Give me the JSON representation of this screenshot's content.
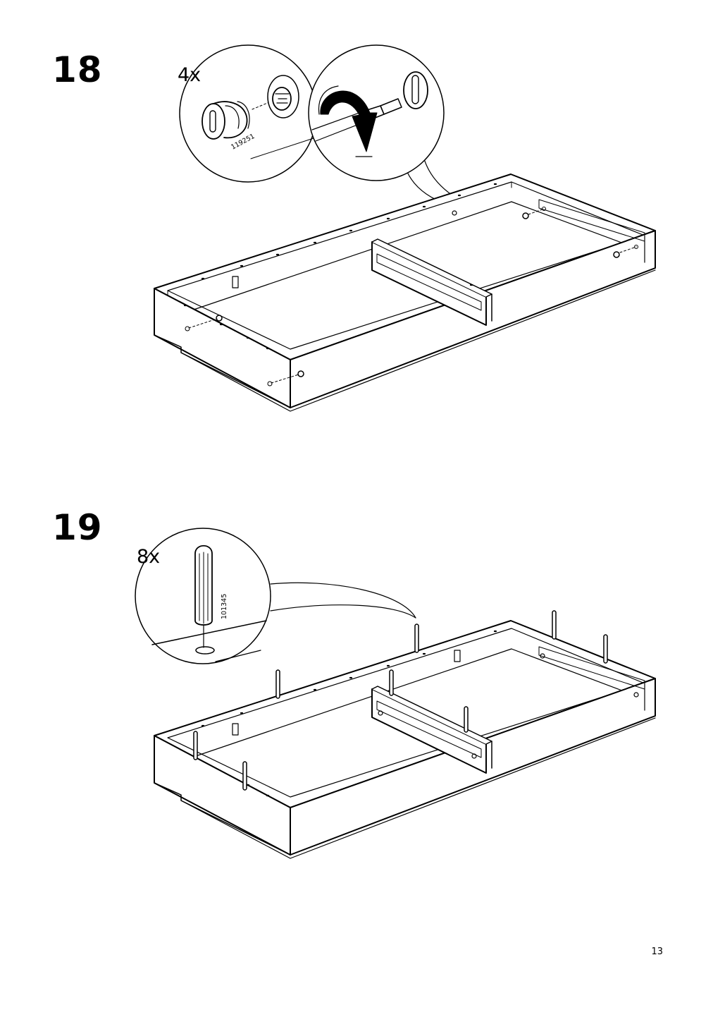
{
  "page": {
    "number": "13"
  },
  "steps": [
    {
      "number": "18",
      "detail": {
        "quantity": "4x",
        "part_number": "119251",
        "part": "cam-lock-fitting"
      }
    },
    {
      "number": "19",
      "detail": {
        "quantity": "8x",
        "part_number": "101345",
        "part": "wooden-dowel"
      }
    }
  ]
}
